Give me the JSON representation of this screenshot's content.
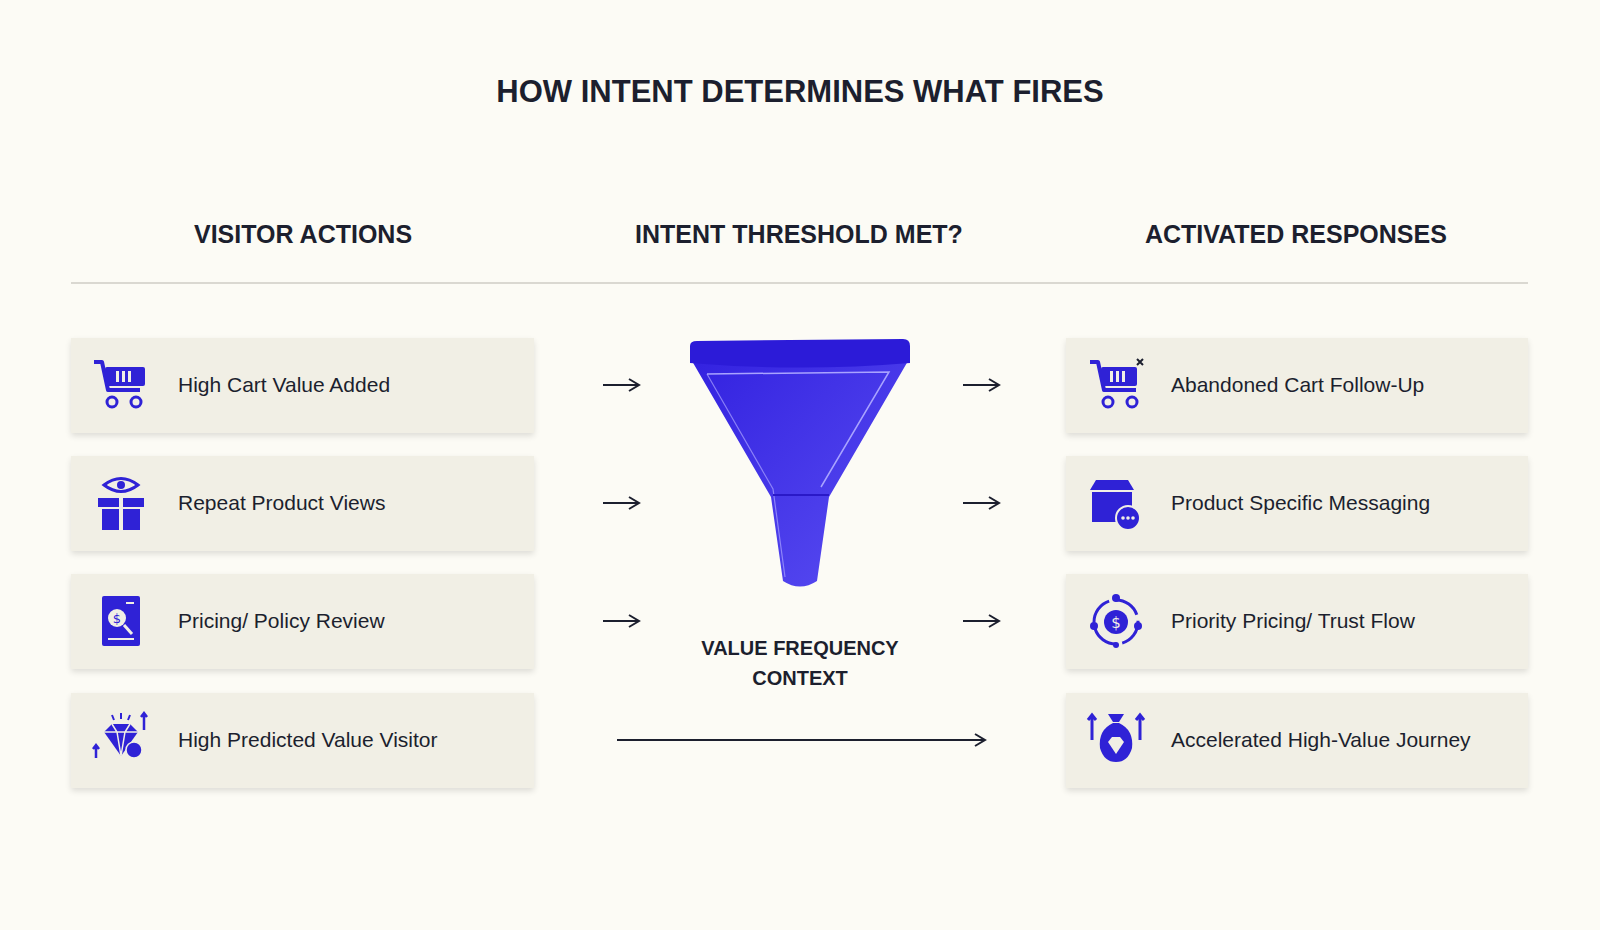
{
  "diagram": {
    "title": "HOW INTENT DETERMINES WHAT FIRES",
    "nodes": [
      {
        "text": [
          "High Cart Value Added"
        ]
      },
      {
        "text": [
          "Repeat Product Views"
        ]
      },
      {
        "text": [
          "Pricing/ Policy Review"
        ]
      },
      {
        "text": [
          "High Predicted Value Visitor"
        ]
      },
      {
        "text": [
          "VALUE FREQUENCY CONTEXT"
        ]
      },
      {
        "text": [
          "Abandoned Cart Follow-Up"
        ]
      },
      {
        "text": [
          "Product Specific Messaging"
        ]
      },
      {
        "text": [
          "Priority Pricing/ Trust Flow"
        ]
      },
      {
        "text": [
          "Accelerated High-Value Journey"
        ]
      }
    ],
    "edges": [
      {
        "from": 0,
        "to": 4,
        "arrow": "to"
      },
      {
        "from": 1,
        "to": 4,
        "arrow": "to"
      },
      {
        "from": 2,
        "to": 4,
        "arrow": "to"
      },
      {
        "from": 4,
        "to": 5,
        "arrow": "to"
      },
      {
        "from": 4,
        "to": 6,
        "arrow": "to"
      },
      {
        "from": 4,
        "to": 7,
        "arrow": "to"
      },
      {
        "from": 3,
        "to": 8,
        "arrow": "to"
      }
    ],
    "labels": [
      "VISITOR ACTIONS",
      "INTENT THRESHOLD MET?",
      "ACTIVATED RESPONSES"
    ]
  }
}
